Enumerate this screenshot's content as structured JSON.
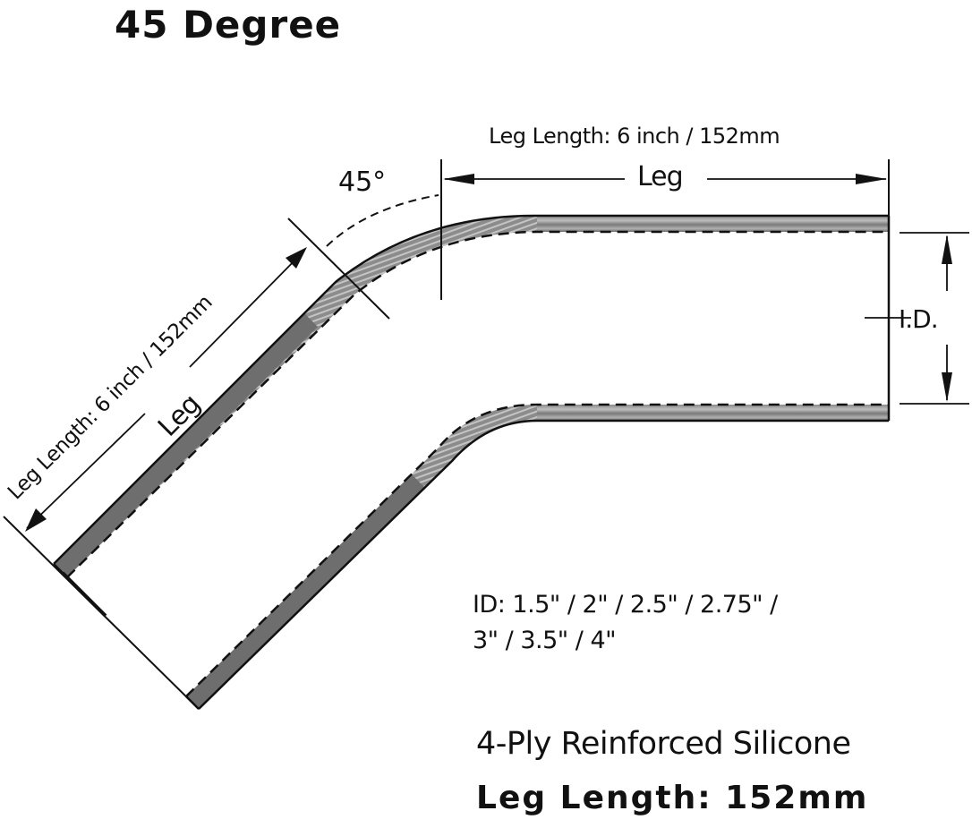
{
  "title": "45 Degree",
  "diagram": {
    "angle_label": "45°",
    "top_leg": {
      "length_label": "Leg Length: 6 inch / 152mm",
      "dimension_word": "Leg"
    },
    "diagonal_leg": {
      "length_label": "Leg Length: 6 inch / 152mm",
      "dimension_word": "Leg"
    },
    "inner_diameter_label": "I.D."
  },
  "specs": {
    "id_line1": "ID: 1.5\" / 2\" / 2.5\" / 2.75\" /",
    "id_line2": "3\" / 3.5\" / 4\"",
    "material": "4-Ply Reinforced Silicone",
    "leg_length": "Leg Length:  152mm"
  },
  "colors": {
    "background": "#ffffff",
    "ink": "#111111",
    "tube_wall": "#6e6e6e",
    "tube_wall_light": "#a8a8a8"
  }
}
